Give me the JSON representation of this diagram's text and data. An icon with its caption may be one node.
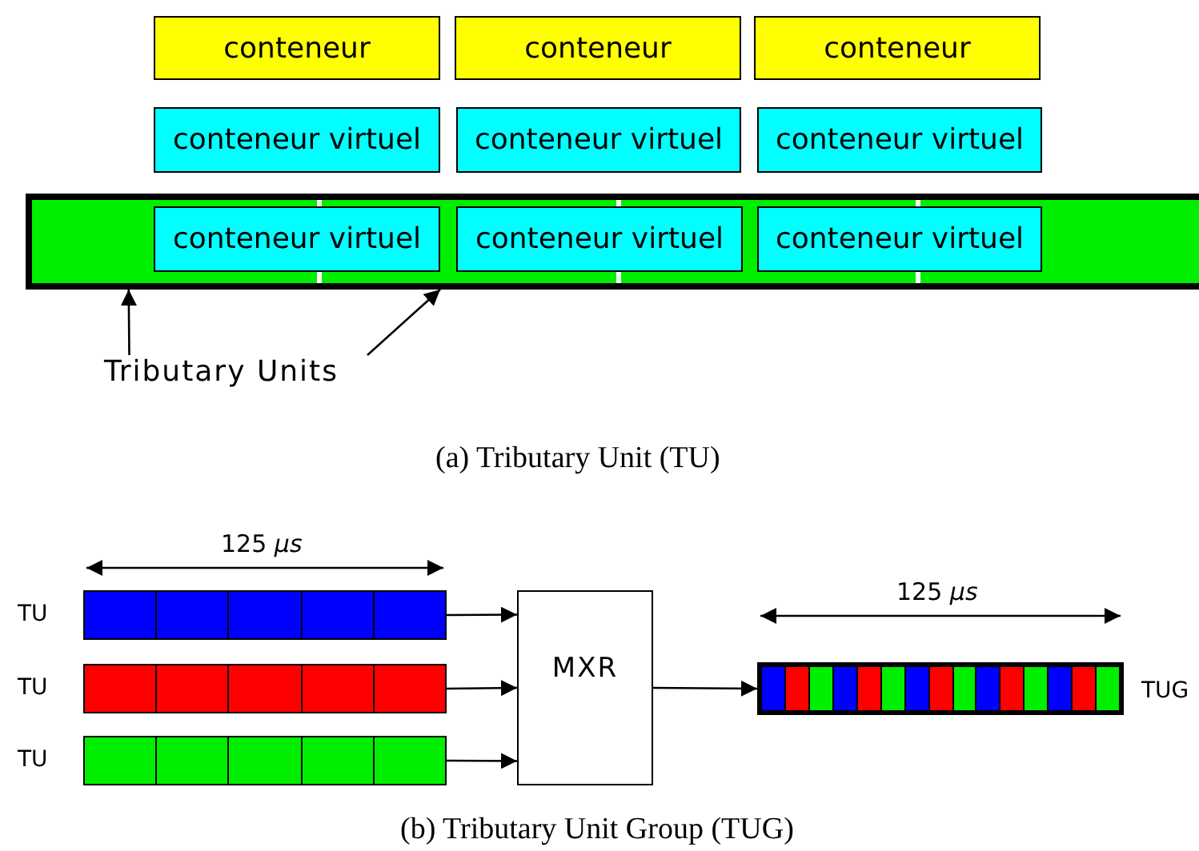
{
  "diagram": {
    "nodes": [
      {
        "text": [
          "conteneur"
        ]
      },
      {
        "text": [
          "conteneur"
        ]
      },
      {
        "text": [
          "conteneur"
        ]
      },
      {
        "text": [
          "conteneur virtuel"
        ]
      },
      {
        "text": [
          "conteneur virtuel"
        ]
      },
      {
        "text": [
          "conteneur virtuel"
        ]
      },
      {
        "text": [],
        "shape": "bar"
      },
      {
        "text": [
          "conteneur virtuel"
        ],
        "in": 6
      },
      {
        "text": [
          "conteneur virtuel"
        ],
        "in": 6
      },
      {
        "text": [
          "conteneur virtuel"
        ],
        "in": 6
      },
      {
        "text": [
          "Tributary  Units"
        ]
      },
      {
        "text": [],
        "shape": "bar",
        "beside": [
          "TU"
        ]
      },
      {
        "text": [],
        "shape": "bar",
        "beside": [
          "TU"
        ]
      },
      {
        "text": [],
        "shape": "bar",
        "beside": [
          "TU"
        ]
      },
      {
        "text": [
          "MXR"
        ]
      },
      {
        "text": [],
        "shape": "bar",
        "beside": [
          "TUG"
        ]
      }
    ],
    "edges": [
      {
        "from": 10,
        "to": 6,
        "arrow": "to"
      },
      {
        "from": 10,
        "to": 6,
        "arrow": "to"
      },
      {
        "from": 11,
        "to": 14,
        "arrow": "to"
      },
      {
        "from": 12,
        "to": 14,
        "arrow": "to"
      },
      {
        "from": 13,
        "to": 14,
        "arrow": "to"
      },
      {
        "from": 14,
        "to": 15,
        "arrow": "to"
      }
    ],
    "labels": [
      "(a) Tributary Unit (TU)",
      "125 *μs*",
      "125 *μs*",
      "(b) Tributary Unit Group (TUG)"
    ]
  }
}
